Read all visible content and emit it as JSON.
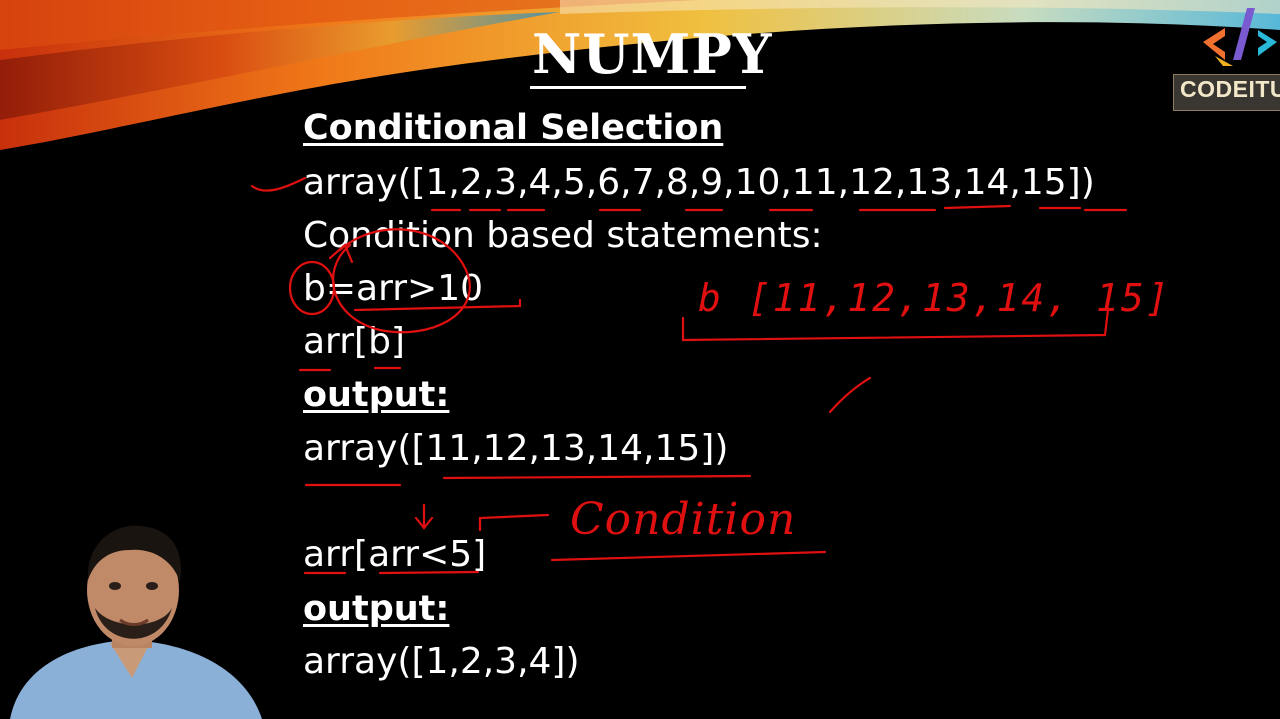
{
  "slide": {
    "title": "NUMPY",
    "brand": "CODEITUP",
    "heading": "Conditional Selection",
    "lines": {
      "array_def": "array([1,2,3,4,5,6,7,8,9,10,11,12,13,14,15])",
      "cond_statements": "Condition based statements:",
      "b_assign": "b=arr>10",
      "arr_b": "arr[b]",
      "output1_label": "output:",
      "output1_value": "array([11,12,13,14,15])",
      "arr_cond": "arr[arr<5]",
      "output2_label": "output:",
      "output2_value": "array([1,2,3,4])"
    }
  },
  "annotations": {
    "color": "#e01010",
    "b_list": "b [11,12,13,14, 15]",
    "condition_word": "Condition"
  },
  "colors": {
    "background": "#000000",
    "text": "#ffffff",
    "brand_box": "#3a3732",
    "brand_text": "#f2e7c8"
  }
}
